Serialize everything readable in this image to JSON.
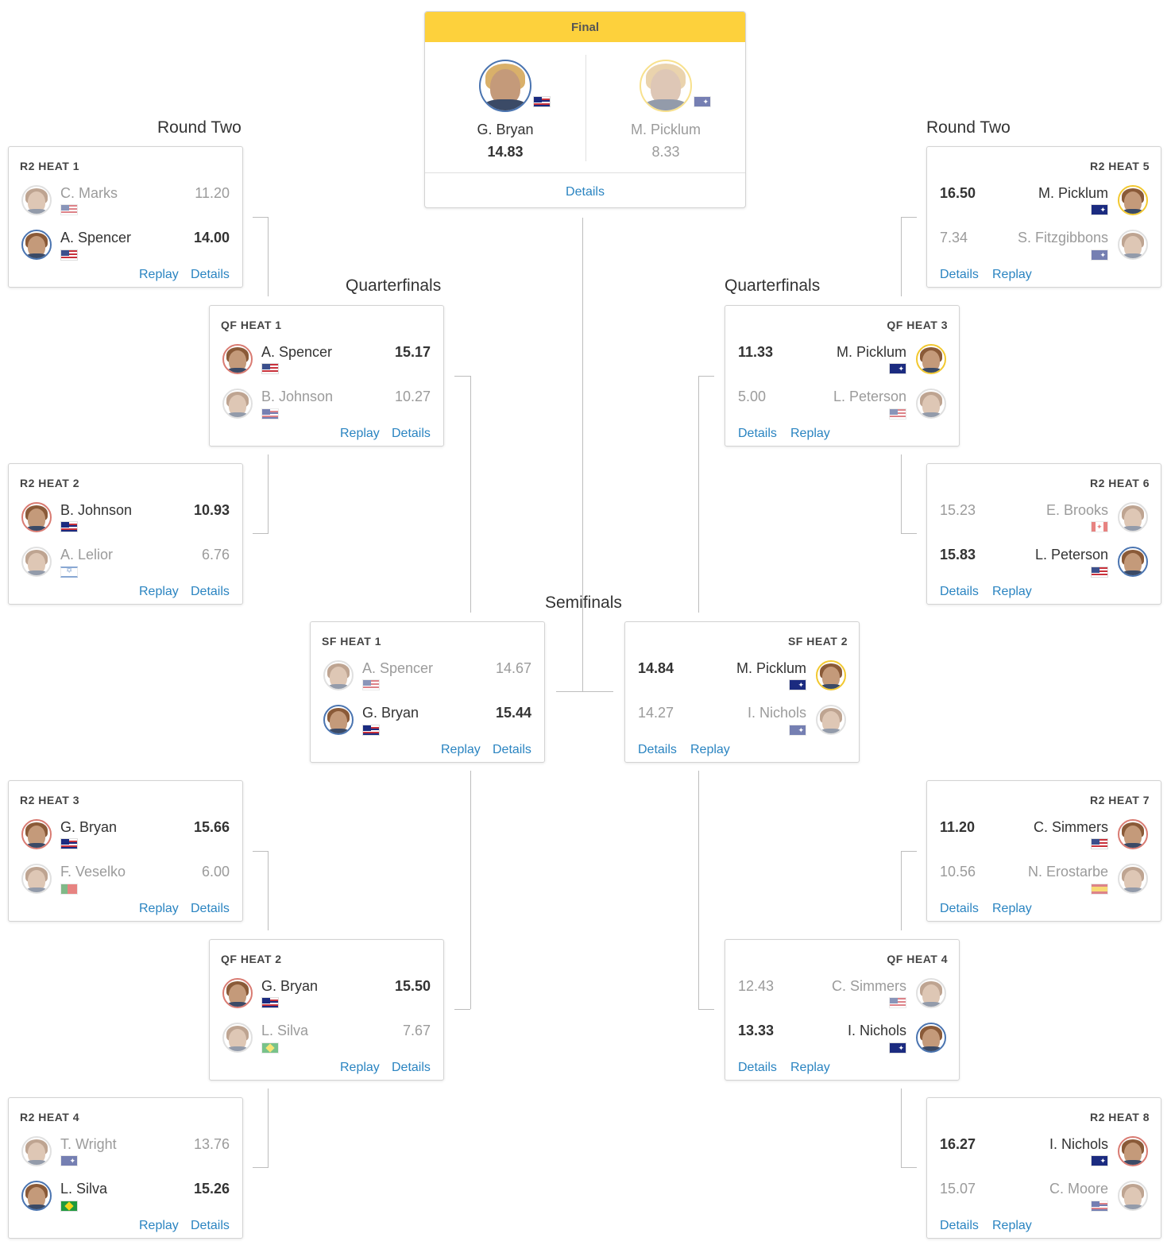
{
  "rounds": {
    "round_two_left": "Round Two",
    "round_two_right": "Round Two",
    "quarterfinals_left": "Quarterfinals",
    "quarterfinals_right": "Quarterfinals",
    "semifinals": "Semifinals"
  },
  "links": {
    "replay": "Replay",
    "details": "Details"
  },
  "final": {
    "title": "Final",
    "surfer1": {
      "name": "G. Bryan",
      "score": "14.83",
      "flag": "hawaii",
      "avatar_ring": "blue"
    },
    "surfer2": {
      "name": "M. Picklum",
      "score": "8.33",
      "flag": "australia",
      "avatar_ring": "yellow"
    },
    "details": "Details"
  },
  "heats": {
    "r2h1": {
      "title": "R2 HEAT 1",
      "s1": {
        "name": "C. Marks",
        "score": "11.20",
        "flag": "usa"
      },
      "s2": {
        "name": "A. Spencer",
        "score": "14.00",
        "flag": "usa"
      }
    },
    "r2h2": {
      "title": "R2 HEAT 2",
      "s1": {
        "name": "B. Johnson",
        "score": "10.93",
        "flag": "hawaii"
      },
      "s2": {
        "name": "A. Lelior",
        "score": "6.76",
        "flag": "israel"
      }
    },
    "r2h3": {
      "title": "R2 HEAT 3",
      "s1": {
        "name": "G. Bryan",
        "score": "15.66",
        "flag": "hawaii"
      },
      "s2": {
        "name": "F. Veselko",
        "score": "6.00",
        "flag": "portugal"
      }
    },
    "r2h4": {
      "title": "R2 HEAT 4",
      "s1": {
        "name": "T. Wright",
        "score": "13.76",
        "flag": "australia"
      },
      "s2": {
        "name": "L. Silva",
        "score": "15.26",
        "flag": "brazil"
      }
    },
    "r2h5": {
      "title": "R2 HEAT 5",
      "s1": {
        "name": "M. Picklum",
        "score": "16.50",
        "flag": "australia"
      },
      "s2": {
        "name": "S. Fitzgibbons",
        "score": "7.34",
        "flag": "australia"
      }
    },
    "r2h6": {
      "title": "R2 HEAT 6",
      "s1": {
        "name": "E. Brooks",
        "score": "15.23",
        "flag": "canada"
      },
      "s2": {
        "name": "L. Peterson",
        "score": "15.83",
        "flag": "usa"
      }
    },
    "r2h7": {
      "title": "R2 HEAT 7",
      "s1": {
        "name": "C. Simmers",
        "score": "11.20",
        "flag": "usa"
      },
      "s2": {
        "name": "N. Erostarbe",
        "score": "10.56",
        "flag": "spain"
      }
    },
    "r2h8": {
      "title": "R2 HEAT 8",
      "s1": {
        "name": "I. Nichols",
        "score": "16.27",
        "flag": "australia"
      },
      "s2": {
        "name": "C. Moore",
        "score": "15.07",
        "flag": "hawaii"
      }
    },
    "qf1": {
      "title": "QF HEAT 1",
      "s1": {
        "name": "A. Spencer",
        "score": "15.17",
        "flag": "usa"
      },
      "s2": {
        "name": "B. Johnson",
        "score": "10.27",
        "flag": "hawaii"
      }
    },
    "qf2": {
      "title": "QF HEAT 2",
      "s1": {
        "name": "G. Bryan",
        "score": "15.50",
        "flag": "hawaii"
      },
      "s2": {
        "name": "L. Silva",
        "score": "7.67",
        "flag": "brazil"
      }
    },
    "qf3": {
      "title": "QF HEAT 3",
      "s1": {
        "name": "M. Picklum",
        "score": "11.33",
        "flag": "australia"
      },
      "s2": {
        "name": "L. Peterson",
        "score": "5.00",
        "flag": "usa"
      }
    },
    "qf4": {
      "title": "QF HEAT 4",
      "s1": {
        "name": "C. Simmers",
        "score": "12.43",
        "flag": "usa"
      },
      "s2": {
        "name": "I. Nichols",
        "score": "13.33",
        "flag": "australia"
      }
    },
    "sf1": {
      "title": "SF HEAT 1",
      "s1": {
        "name": "A. Spencer",
        "score": "14.67",
        "flag": "usa"
      },
      "s2": {
        "name": "G. Bryan",
        "score": "15.44",
        "flag": "hawaii"
      }
    },
    "sf2": {
      "title": "SF HEAT 2",
      "s1": {
        "name": "M. Picklum",
        "score": "14.84",
        "flag": "australia"
      },
      "s2": {
        "name": "I. Nichols",
        "score": "14.27",
        "flag": "australia"
      }
    }
  },
  "colors": {
    "final_header": "#fdd13c",
    "link": "#2a84c1",
    "winner_text": "#333333",
    "loser_text": "#9b9b9b",
    "ring_red": "#d97b72",
    "ring_blue": "#4a74b0",
    "ring_yellow": "#f2c830"
  }
}
